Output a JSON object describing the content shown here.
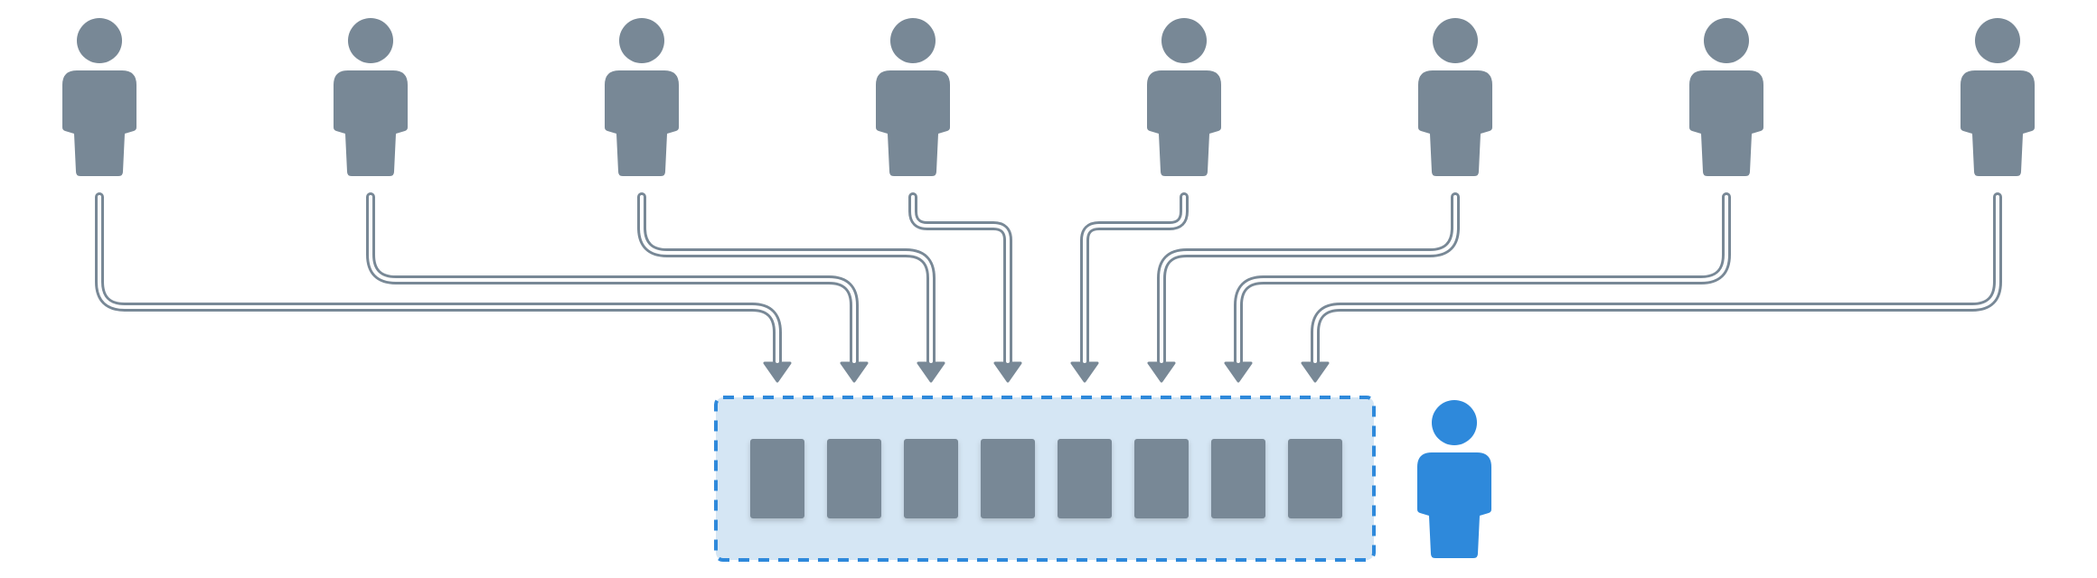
{
  "colors": {
    "person": "#788896",
    "connector": "#788896",
    "highlight_person": "#2e89db",
    "buffer_fill": "#d5e6f4",
    "buffer_border": "#2e89db",
    "slot": "#788896",
    "background": "#ffffff"
  },
  "icons": {
    "sender": "person-icon",
    "receiver": "person-icon"
  },
  "diagram": {
    "senders": [
      {
        "id": "sender-1",
        "target_slot": 1
      },
      {
        "id": "sender-2",
        "target_slot": 2
      },
      {
        "id": "sender-3",
        "target_slot": 3
      },
      {
        "id": "sender-4",
        "target_slot": 4
      },
      {
        "id": "sender-5",
        "target_slot": 5
      },
      {
        "id": "sender-6",
        "target_slot": 6
      },
      {
        "id": "sender-7",
        "target_slot": 7
      },
      {
        "id": "sender-8",
        "target_slot": 8
      }
    ],
    "buffer": {
      "slot_count": 8,
      "border_style": "dashed"
    },
    "receiver": {
      "highlighted": true
    }
  }
}
